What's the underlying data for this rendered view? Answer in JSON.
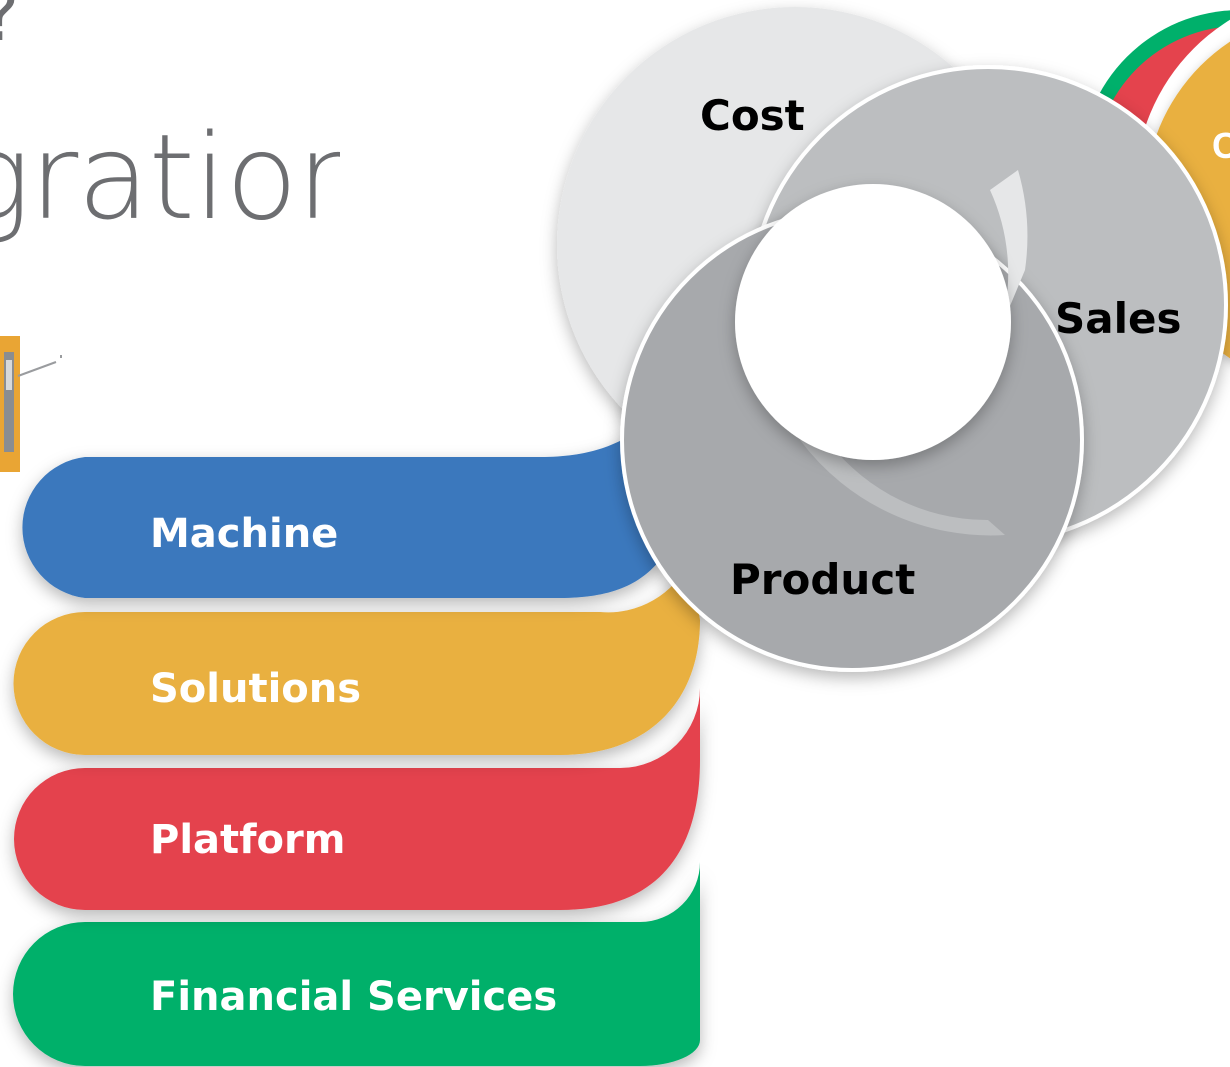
{
  "heading": {
    "visible_text": "gration"
  },
  "partial_top_glyph": "?",
  "cycle": {
    "labels": [
      "Cost",
      "Sales",
      "Product"
    ],
    "partial_label_right": "C"
  },
  "layers": [
    {
      "label": "Machine",
      "color": "#3a78bd"
    },
    {
      "label": "Solutions",
      "color": "#e9b040"
    },
    {
      "label": "Platform",
      "color": "#e4434d"
    },
    {
      "label": "Financial Services",
      "color": "#00b06b"
    }
  ],
  "colors": {
    "cost_circle": "#e6e7e8",
    "sales_circle": "#bcbec0",
    "product_circle": "#a7a9ac",
    "heading_text": "#6d6e71",
    "corner_red": "#e4434d",
    "corner_yellow": "#e9b040",
    "corner_green": "#00b06b"
  }
}
